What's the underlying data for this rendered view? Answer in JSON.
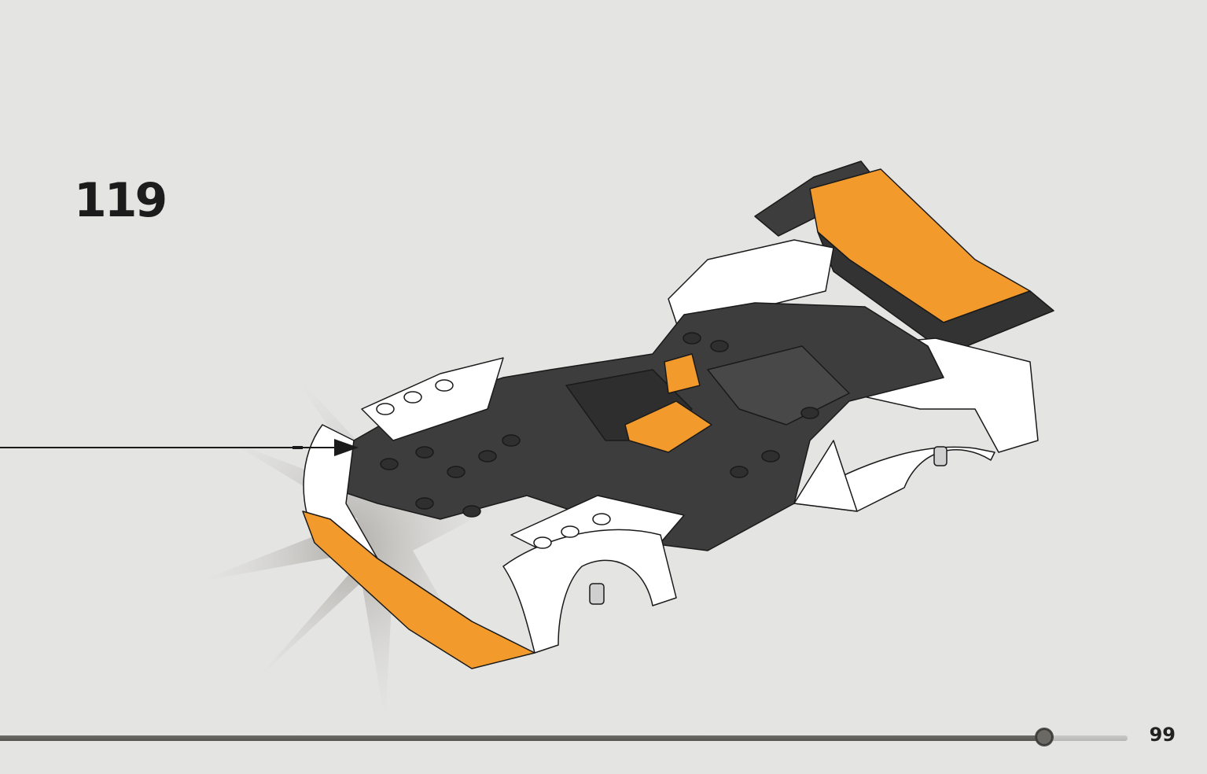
{
  "step": {
    "number": "119"
  },
  "illustration": {
    "subject": "lego-car-model",
    "colors": {
      "dark": "#3d3d3d",
      "orange": "#f39a2d",
      "white": "#ffffff",
      "outline": "#1a1a1a",
      "burst": "#bdbbb6"
    }
  },
  "arrow": {
    "icon": "arrow-right-icon"
  },
  "footer": {
    "page_number": "99",
    "progress": 0.926
  }
}
